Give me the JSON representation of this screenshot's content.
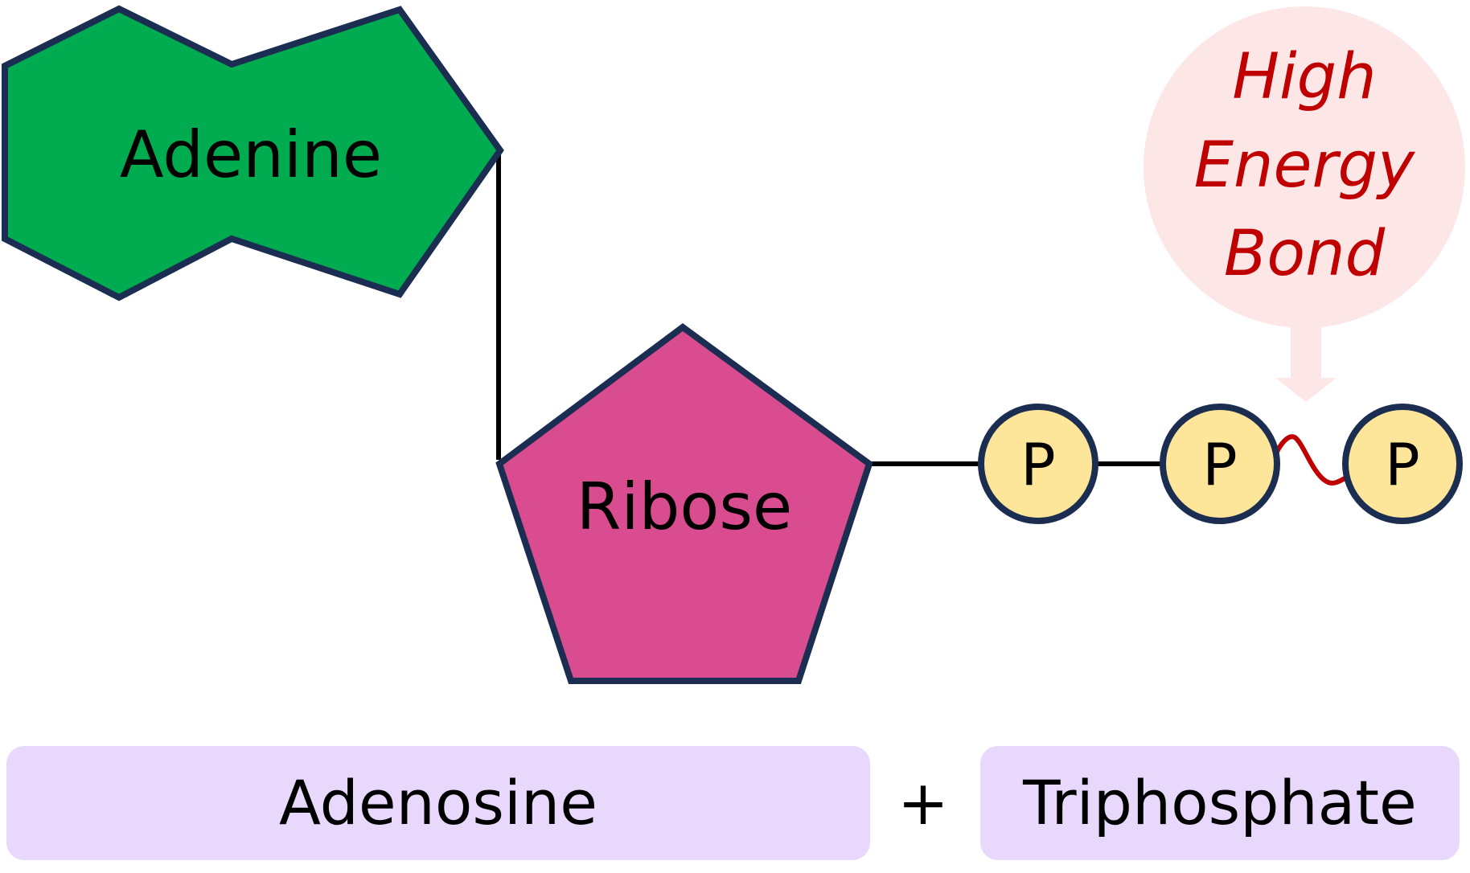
{
  "labels": {
    "adenine": "Adenine",
    "ribose": "Ribose",
    "phosphate": "P",
    "callout_line1": "High",
    "callout_line2": "Energy",
    "callout_line3": "Bond",
    "adenosine": "Adenosine",
    "plus": "+",
    "triphosphate": "Triphosphate"
  },
  "colors": {
    "adenine_fill": "#00ac4f",
    "ribose_fill": "#d94c8f",
    "phosphate_fill": "#fde59a",
    "outline": "#1c2d52",
    "bond_line": "#000000",
    "high_energy_bond": "#c00000",
    "callout_fill": "#fde6e6",
    "callout_text": "#c00000",
    "label_box_fill": "#e8d8fb"
  }
}
